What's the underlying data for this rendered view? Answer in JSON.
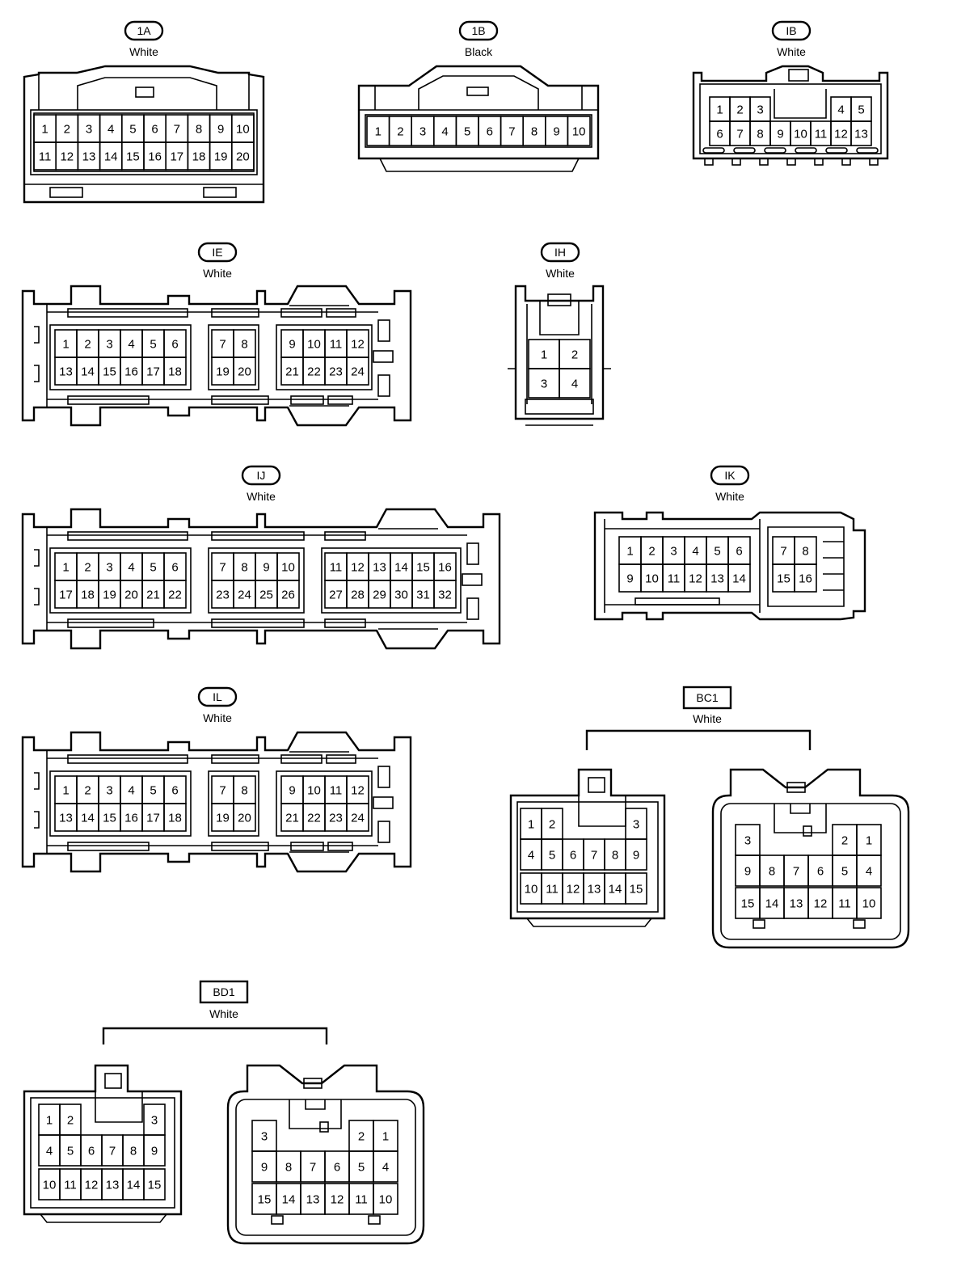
{
  "connectors": [
    {
      "id": "1A",
      "label": "1A",
      "color": "White",
      "pins": [
        "1",
        "2",
        "3",
        "4",
        "5",
        "6",
        "7",
        "8",
        "9",
        "10",
        "11",
        "12",
        "13",
        "14",
        "15",
        "16",
        "17",
        "18",
        "19",
        "20"
      ]
    },
    {
      "id": "1B",
      "label": "1B",
      "color": "Black",
      "pins": [
        "1",
        "2",
        "3",
        "4",
        "5",
        "6",
        "7",
        "8",
        "9",
        "10"
      ]
    },
    {
      "id": "IB",
      "label": "IB",
      "color": "White",
      "pins": [
        "1",
        "2",
        "3",
        "4",
        "5",
        "6",
        "7",
        "8",
        "9",
        "10",
        "11",
        "12",
        "13"
      ]
    },
    {
      "id": "IE",
      "label": "IE",
      "color": "White",
      "pins": [
        "1",
        "2",
        "3",
        "4",
        "5",
        "6",
        "7",
        "8",
        "9",
        "10",
        "11",
        "12",
        "13",
        "14",
        "15",
        "16",
        "17",
        "18",
        "19",
        "20",
        "21",
        "22",
        "23",
        "24"
      ]
    },
    {
      "id": "IH",
      "label": "IH",
      "color": "White",
      "pins": [
        "1",
        "2",
        "3",
        "4"
      ]
    },
    {
      "id": "IJ",
      "label": "IJ",
      "color": "White",
      "pins": [
        "1",
        "2",
        "3",
        "4",
        "5",
        "6",
        "7",
        "8",
        "9",
        "10",
        "11",
        "12",
        "13",
        "14",
        "15",
        "16",
        "17",
        "18",
        "19",
        "20",
        "21",
        "22",
        "23",
        "24",
        "25",
        "26",
        "27",
        "28",
        "29",
        "30",
        "31",
        "32"
      ]
    },
    {
      "id": "IK",
      "label": "IK",
      "color": "White",
      "pins": [
        "1",
        "2",
        "3",
        "4",
        "5",
        "6",
        "7",
        "8",
        "9",
        "10",
        "11",
        "12",
        "13",
        "14",
        "15",
        "16"
      ]
    },
    {
      "id": "IL",
      "label": "IL",
      "color": "White",
      "pins": [
        "1",
        "2",
        "3",
        "4",
        "5",
        "6",
        "7",
        "8",
        "9",
        "10",
        "11",
        "12",
        "13",
        "14",
        "15",
        "16",
        "17",
        "18",
        "19",
        "20",
        "21",
        "22",
        "23",
        "24"
      ]
    },
    {
      "id": "BC1",
      "label": "BC1",
      "color": "White",
      "pins": [
        "1",
        "2",
        "3",
        "4",
        "5",
        "6",
        "7",
        "8",
        "9",
        "10",
        "11",
        "12",
        "13",
        "14",
        "15"
      ]
    },
    {
      "id": "BD1",
      "label": "BD1",
      "color": "White",
      "pins": [
        "1",
        "2",
        "3",
        "4",
        "5",
        "6",
        "7",
        "8",
        "9",
        "10",
        "11",
        "12",
        "13",
        "14",
        "15"
      ]
    }
  ]
}
